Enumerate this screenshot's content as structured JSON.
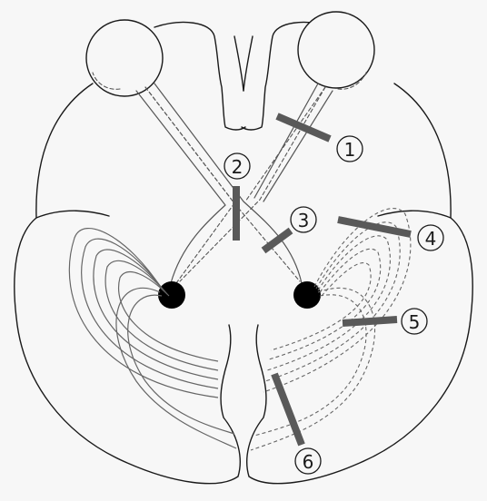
{
  "lesion_markers": [
    {
      "label": "1"
    },
    {
      "label": "2"
    },
    {
      "label": "3"
    },
    {
      "label": "4"
    },
    {
      "label": "5"
    },
    {
      "label": "6"
    }
  ]
}
